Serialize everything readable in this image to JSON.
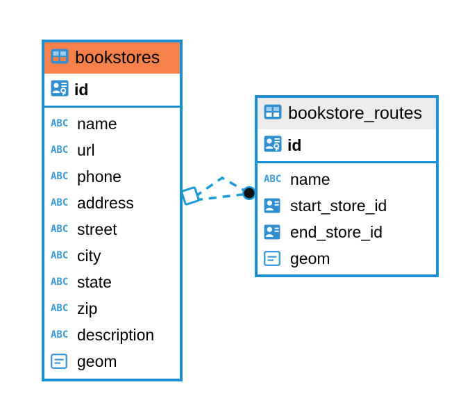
{
  "diagram": {
    "title": "Entity relationship diagram",
    "colors": {
      "border_blue": "#1a8fd1",
      "header_orange": "#f7814a",
      "header_gray": "#ececec",
      "icon_blue": "#3c9ad6",
      "connector_blue": "#1a9bd7",
      "text_black": "#000000"
    }
  },
  "entities": [
    {
      "id": "bookstores",
      "name": "bookstores",
      "header_style": "accent-orange",
      "table_icon": "table-icon",
      "primary_key": {
        "name": "id",
        "icon": "primary-key-icon"
      },
      "fields": [
        {
          "name": "name",
          "icon": "abc-icon",
          "icon_label": "ABC"
        },
        {
          "name": "url",
          "icon": "abc-icon",
          "icon_label": "ABC"
        },
        {
          "name": "phone",
          "icon": "abc-icon",
          "icon_label": "ABC"
        },
        {
          "name": "address",
          "icon": "abc-icon",
          "icon_label": "ABC"
        },
        {
          "name": "street",
          "icon": "abc-icon",
          "icon_label": "ABC"
        },
        {
          "name": "city",
          "icon": "abc-icon",
          "icon_label": "ABC"
        },
        {
          "name": "state",
          "icon": "abc-icon",
          "icon_label": "ABC"
        },
        {
          "name": "zip",
          "icon": "abc-icon",
          "icon_label": "ABC"
        },
        {
          "name": "description",
          "icon": "abc-icon",
          "icon_label": "ABC"
        },
        {
          "name": "geom",
          "icon": "geometry-icon",
          "icon_label": ""
        }
      ]
    },
    {
      "id": "bookstore_routes",
      "name": "bookstore_routes",
      "header_style": "accent-gray",
      "table_icon": "table-icon",
      "primary_key": {
        "name": "id",
        "icon": "primary-key-icon"
      },
      "fields": [
        {
          "name": "name",
          "icon": "abc-icon",
          "icon_label": "ABC"
        },
        {
          "name": "start_store_id",
          "icon": "foreign-key-icon",
          "icon_label": ""
        },
        {
          "name": "end_store_id",
          "icon": "foreign-key-icon",
          "icon_label": ""
        },
        {
          "name": "geom",
          "icon": "geometry-icon",
          "icon_label": ""
        }
      ]
    }
  ],
  "relationship": {
    "name": "bookstores-to-bookstore-routes",
    "style": "dashed",
    "source_endpoint": "diamond",
    "target_endpoint": "filled-circle",
    "color": "#1a9bd7"
  }
}
